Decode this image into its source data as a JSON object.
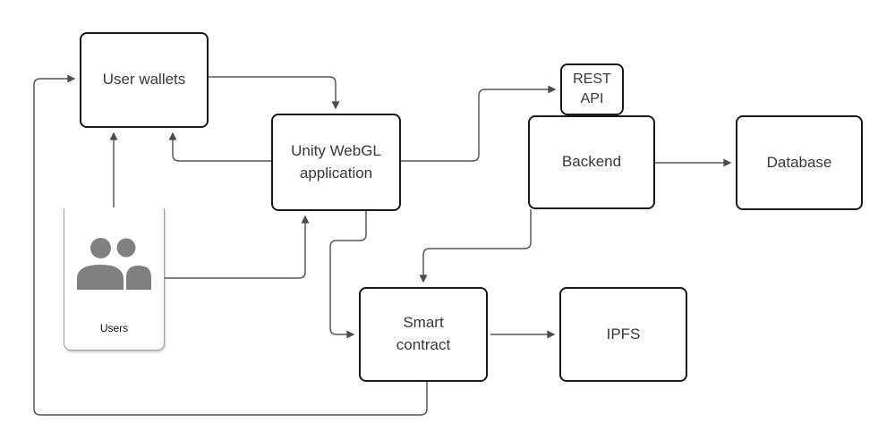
{
  "diagram": {
    "nodes": {
      "user_wallets": {
        "label": "User wallets"
      },
      "unity_webgl_application": {
        "label": "Unity WebGL application"
      },
      "rest_api": {
        "label": "REST API"
      },
      "backend": {
        "label": "Backend"
      },
      "database": {
        "label": "Database"
      },
      "smart_contract": {
        "label": "Smart contract"
      },
      "ipfs": {
        "label": "IPFS"
      },
      "users": {
        "label": "Users",
        "icon": "people-icon"
      }
    },
    "edges": [
      {
        "from": "users",
        "to": "user_wallets"
      },
      {
        "from": "users",
        "to": "unity_webgl_application"
      },
      {
        "from": "user_wallets",
        "to": "unity_webgl_application"
      },
      {
        "from": "unity_webgl_application",
        "to": "user_wallets"
      },
      {
        "from": "unity_webgl_application",
        "to": "rest_api"
      },
      {
        "from": "unity_webgl_application",
        "to": "smart_contract"
      },
      {
        "from": "backend",
        "to": "smart_contract"
      },
      {
        "from": "backend",
        "to": "database"
      },
      {
        "from": "smart_contract",
        "to": "ipfs"
      },
      {
        "from": "smart_contract",
        "to": "user_wallets"
      }
    ],
    "colors": {
      "background": "#ffffff",
      "node_fill": "#ffffff",
      "node_border": "#1a1a1a",
      "edge_line": "#595959",
      "arrowhead": "#4d4d4d",
      "users_icon": "#808080",
      "node_text": "#383838",
      "users_card_border": "#9a9a9a"
    }
  }
}
